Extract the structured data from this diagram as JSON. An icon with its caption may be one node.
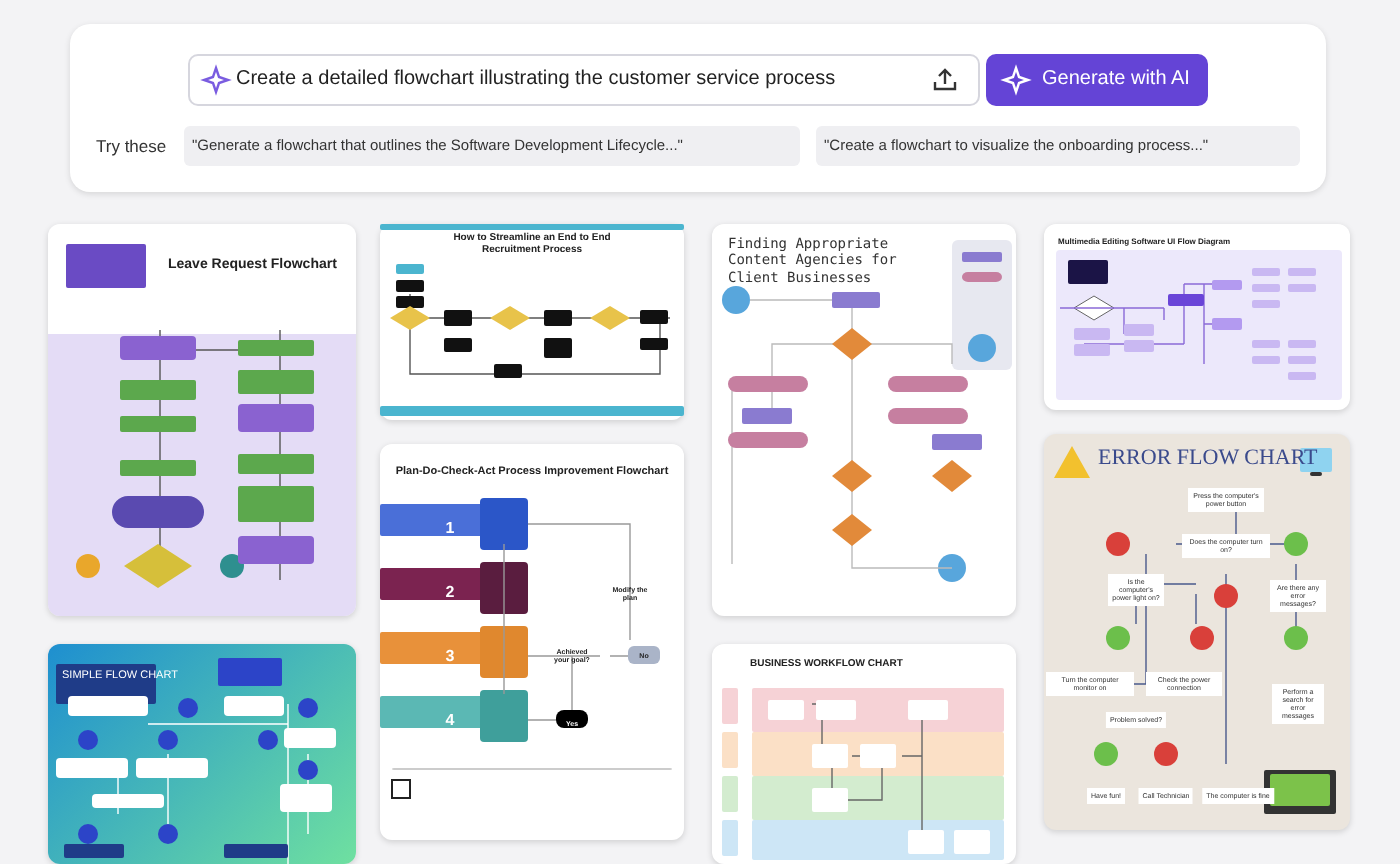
{
  "diagram": {
    "labels": [
      "Create a detailed flowchart illustrating the customer service process",
      "Generate with AI",
      "Try these",
      "\"Generate a flowchart that outlines the Software Development Lifecycle...\"",
      "\"Create a flowchart to visualize the onboarding process...\"",
      "Leave Request Flowchart",
      "How to Streamline an End to End Recruitment Process",
      "Finding Appropriate Content Agencies for Client Businesses",
      "Multimedia Editing Software UI Flow Diagram",
      "Plan-Do-Check-Act Process Improvement Flowchart",
      "ERROR FLOW CHART",
      "1",
      "2",
      "3",
      "4",
      "Modify the plan",
      "Achieved your goal?",
      "No",
      "Yes",
      "SIMPLE FLOW CHART",
      "BUSINESS WORKFLOW CHART",
      "Press the computer's power button",
      "Does the computer turn on?",
      "Is the computer's power light on?",
      "Are there any error messages?",
      "Turn the computer monitor on",
      "Check the power connection",
      "Perform a search for error messages",
      "Problem solved?",
      "Have fun!",
      "Call Technician",
      "The computer is fine"
    ]
  }
}
